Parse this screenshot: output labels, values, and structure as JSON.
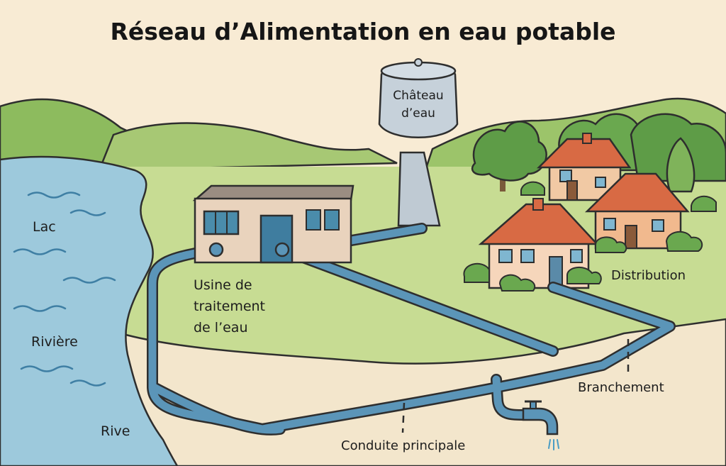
{
  "title": "Réseau d’Alimentation en eau potable",
  "labels": {
    "tower_line1": "Château",
    "tower_line2": "d’eau",
    "lake": "Lac",
    "river": "Rivière",
    "bank": "Rive",
    "plant_line1": "Usine de",
    "plant_line2": "traitement",
    "plant_line3": "de l’eau",
    "distribution": "Distribution",
    "branch": "Branchement",
    "main_pipe": "Conduite principale"
  },
  "colors": {
    "background": "#f8ebd4",
    "water": "#9dc9dc",
    "grass": "#b9d27f",
    "hills": "#8dbb5e",
    "pipe": "#5b95b8",
    "roof": "#d86a44",
    "house_wall": "#f1c9a4"
  },
  "icons": [
    "water-tower-icon",
    "treatment-plant-icon",
    "house-icon",
    "tree-icon",
    "faucet-icon"
  ]
}
